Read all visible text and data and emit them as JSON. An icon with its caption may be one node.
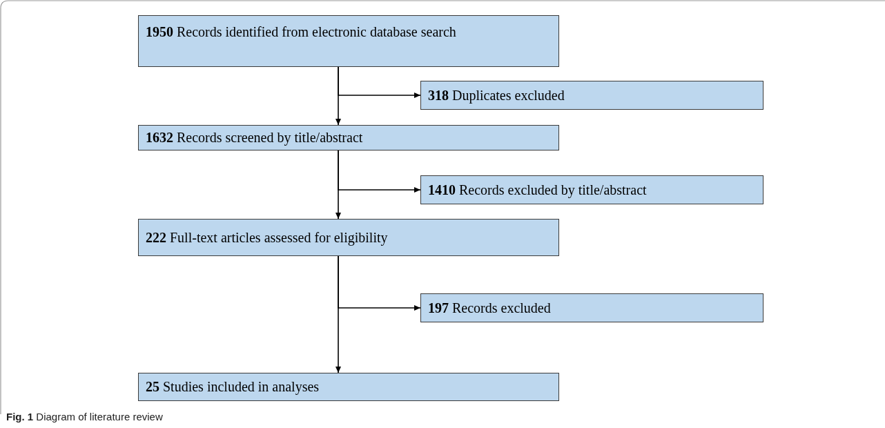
{
  "diagram": {
    "caption": "**Fig. 1** Diagram of literature review",
    "nodes": [
      {
        "text": [
          "**1950** Records identified from electronic database search"
        ]
      },
      {
        "text": [
          "**318** Duplicates excluded"
        ]
      },
      {
        "text": [
          "**1632** Records screened by title/abstract"
        ]
      },
      {
        "text": [
          "**1410** Records excluded by title/abstract"
        ]
      },
      {
        "text": [
          "**222** Full-text articles assessed for eligibility"
        ]
      },
      {
        "text": [
          "**197** Records excluded"
        ]
      },
      {
        "text": [
          "**25** Studies included in analyses"
        ]
      }
    ],
    "edges": [
      {
        "from": 0,
        "to": 2,
        "arrow": "to"
      },
      {
        "from": 0,
        "to": 1,
        "arrow": "to"
      },
      {
        "from": 2,
        "to": 4,
        "arrow": "to"
      },
      {
        "from": 2,
        "to": 3,
        "arrow": "to"
      },
      {
        "from": 4,
        "to": 6,
        "arrow": "to"
      },
      {
        "from": 4,
        "to": 5,
        "arrow": "to"
      }
    ]
  }
}
